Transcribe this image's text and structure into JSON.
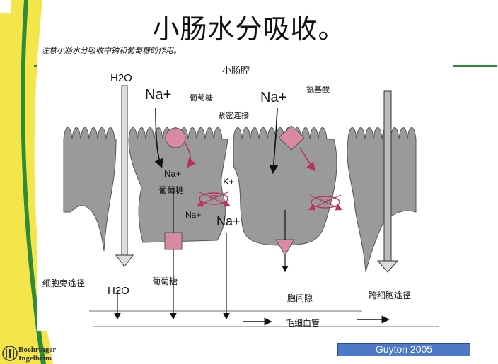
{
  "title": "小肠水分吸收。",
  "subtitle": "注意小肠水分吸收中钠和葡萄糖的作用。",
  "diagram": {
    "lumen": "小肠腔",
    "h2o_top": "H2O",
    "na_left": "Na+",
    "glucose_top": "葡萄糖",
    "tight_junction": "紧密连接",
    "na_right": "Na+",
    "amino_acid": "氨基酸",
    "cell_na": "Na+",
    "cell_glucose": "葡萄糖",
    "k_plus": "K+",
    "atp_1": "ATP",
    "na_small": "Na+",
    "na_big": "Na+",
    "atp_2": "ATP",
    "paracellular": "细胞旁途径",
    "h2o_bottom": "H2O",
    "glucose_bottom": "葡萄糖",
    "intercellular": "胞间隙",
    "transcellular": "跨细胞途径",
    "capillary": "毛细血管"
  },
  "footer": {
    "logo_line1": "Boehringer",
    "logo_line2": "Ingelheim",
    "credit": "Guyton 2005"
  },
  "colors": {
    "accent_green": "#2e8b3a",
    "yellow": "#f4e64a",
    "cell_gray": "#9a9a9a",
    "transporter_pink": "#d98aa0",
    "arrow_red": "#b8325a",
    "credit_blue": "#4d79c7"
  }
}
